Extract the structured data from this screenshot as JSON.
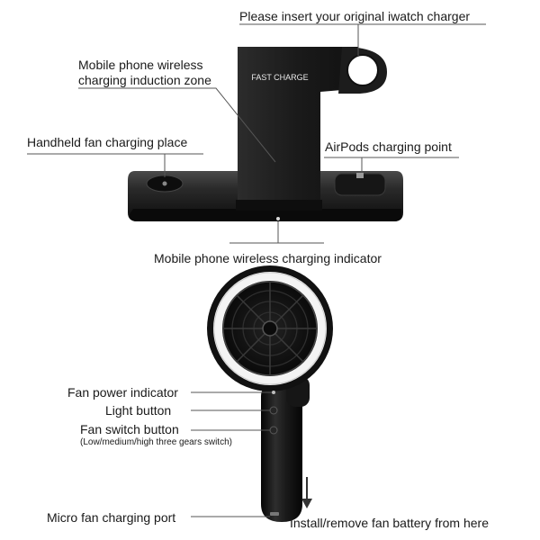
{
  "labels": {
    "watch_charger": "Please insert your original iwatch charger",
    "phone_zone_line1": "Mobile phone wireless",
    "phone_zone_line2": "charging induction zone",
    "fan_place": "Handheld fan charging place",
    "airpods_point": "AirPods charging point",
    "phone_indicator": "Mobile phone wireless charging indicator",
    "fan_power_indicator": "Fan power indicator",
    "light_button": "Light button",
    "fan_switch_button": "Fan switch button",
    "fan_switch_note": "(Low/medium/high three gears switch)",
    "micro_port": "Micro fan charging port",
    "battery_note": "Install/remove fan battery from here"
  },
  "stand": {
    "stand_text": "FAST CHARGE"
  },
  "colors": {
    "body": "#1b1b1b",
    "body_highlight": "#3a3a3a",
    "ring_light": "#f4f4f4",
    "leader_line": "#555555",
    "indicator": "#d9d9d9"
  }
}
